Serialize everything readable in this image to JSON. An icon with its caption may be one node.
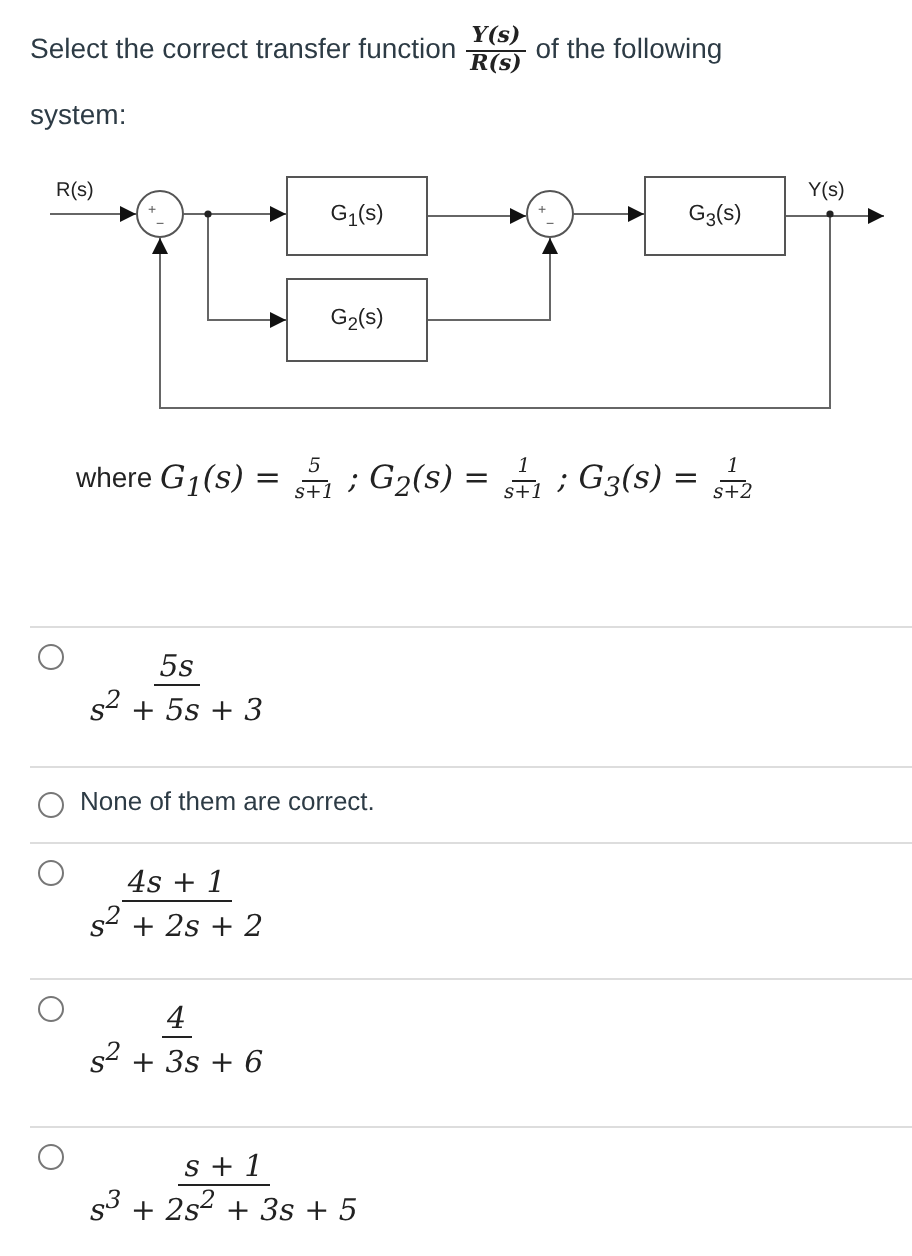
{
  "diagram": {
    "nodes": [
      {
        "text": [
          "+",
          "−"
        ]
      },
      {
        "text": [
          "G$_{1}$(s)"
        ]
      },
      {
        "text": [
          "G$_{2}$(s)"
        ]
      },
      {
        "text": [
          "+",
          "−"
        ]
      },
      {
        "text": [
          "G$_{3}$(s)"
        ]
      }
    ],
    "edges": [
      {
        "from": null,
        "to": 0,
        "arrow": "to",
        "label": "R(s)"
      },
      {
        "from": 0,
        "to": 1,
        "arrow": "to"
      },
      {
        "from": 0,
        "to": 2,
        "arrow": "to"
      },
      {
        "from": 1,
        "to": 3,
        "arrow": "to"
      },
      {
        "from": 2,
        "to": 3,
        "arrow": "to"
      },
      {
        "from": 3,
        "to": 4,
        "arrow": "to"
      },
      {
        "from": 4,
        "to": null,
        "arrow": "to",
        "label": "Y(s)"
      },
      {
        "from": 4,
        "to": 0,
        "arrow": "to"
      }
    ],
    "labels": [
      "Select the correct transfer function",
      "Y(s)",
      "R(s)",
      "of the following system:",
      "where",
      "G$_{1}$(s) =",
      "5",
      "s+1",
      "; G$_{2}$(s) =",
      "1",
      "s+1",
      "; G$_{3}$(s) =",
      "1",
      "s+2",
      "5s",
      "s$^{2}$ + 5s + 3",
      "None of them are correct.",
      "4s + 1",
      "s$^{2}$ + 2s + 2",
      "4",
      "s$^{2}$ + 3s + 6",
      "s + 1",
      "s$^{3}$ + 2s$^{2}$ + 3s + 5"
    ]
  }
}
